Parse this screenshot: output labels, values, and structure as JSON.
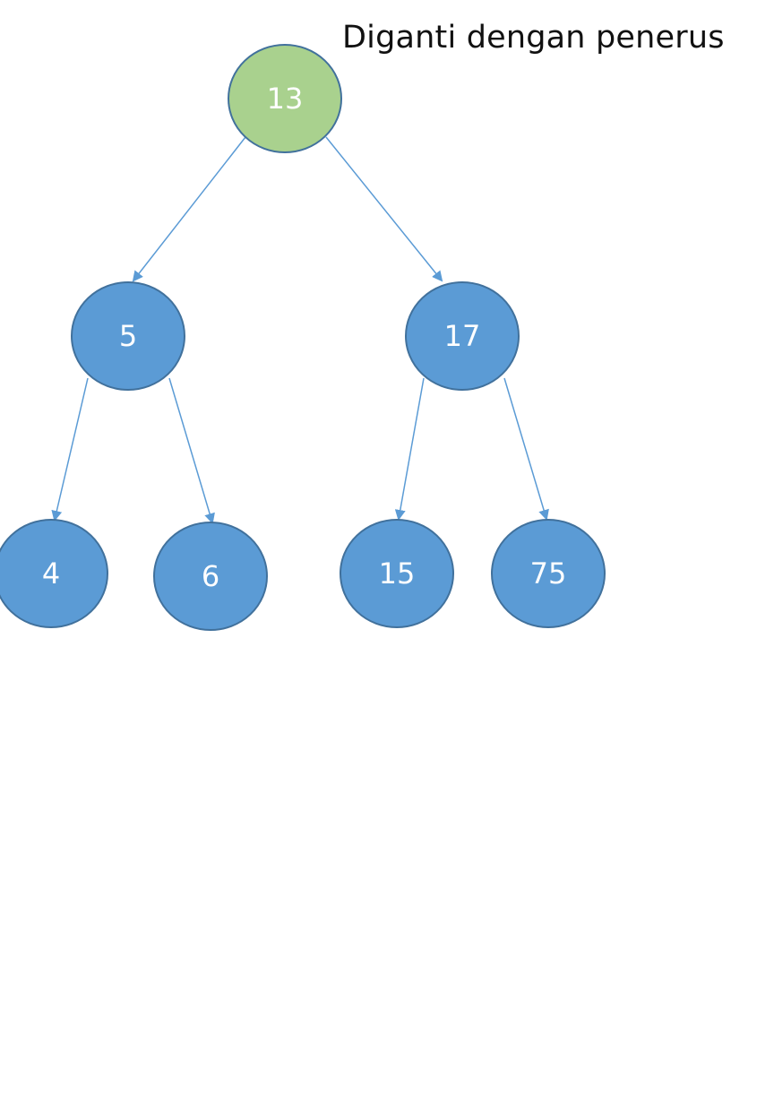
{
  "caption": "Diganti dengan penerus",
  "colors": {
    "root_fill": "#a9d18e",
    "root_stroke": "#41719c",
    "node_fill": "#5b9bd5",
    "node_stroke": "#41719c",
    "edge": "#5b9bd5",
    "label": "#ffffff"
  },
  "tree": {
    "nodes": [
      {
        "id": "n13",
        "label": "13",
        "role": "root"
      },
      {
        "id": "n5",
        "label": "5",
        "role": "node"
      },
      {
        "id": "n17",
        "label": "17",
        "role": "node"
      },
      {
        "id": "n4",
        "label": "4",
        "role": "node"
      },
      {
        "id": "n6",
        "label": "6",
        "role": "node"
      },
      {
        "id": "n15",
        "label": "15",
        "role": "node"
      },
      {
        "id": "n75",
        "label": "75",
        "role": "node"
      }
    ],
    "edges": [
      {
        "from": "n13",
        "to": "n5"
      },
      {
        "from": "n13",
        "to": "n17"
      },
      {
        "from": "n5",
        "to": "n4"
      },
      {
        "from": "n5",
        "to": "n6"
      },
      {
        "from": "n17",
        "to": "n15"
      },
      {
        "from": "n17",
        "to": "n75"
      }
    ]
  }
}
